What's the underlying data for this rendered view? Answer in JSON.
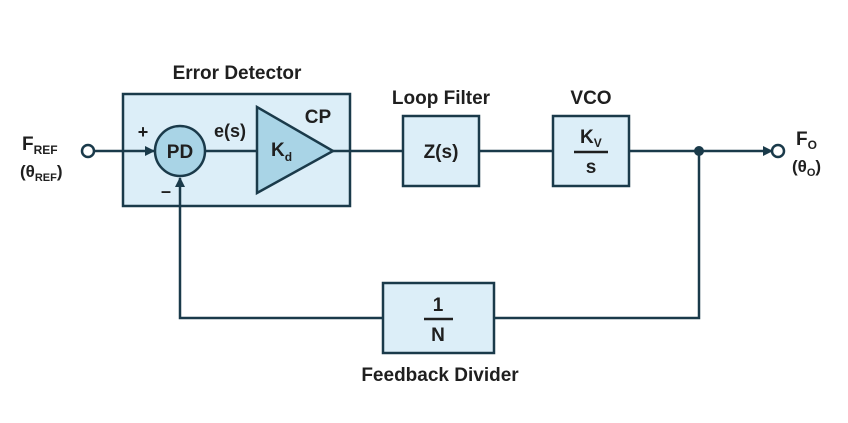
{
  "error_detector": {
    "title": "Error Detector",
    "pd": "PD",
    "plus": "+",
    "minus": "–",
    "error_signal": "e(s)",
    "cp": "CP",
    "kd_main": "K",
    "kd_sub": "d"
  },
  "loop_filter": {
    "title": "Loop Filter",
    "content": "Z(s)"
  },
  "vco": {
    "title": "VCO",
    "num_main": "K",
    "num_sub": "V",
    "den": "s"
  },
  "feedback_divider": {
    "title": "Feedback Divider",
    "num": "1",
    "den": "N"
  },
  "input": {
    "f_main": "F",
    "f_sub": "REF",
    "theta_open": "(θ",
    "theta_sub": "REF",
    "theta_close": ")"
  },
  "output": {
    "f_main": "F",
    "f_sub": "O",
    "theta_open": "(θ",
    "theta_sub": "O",
    "theta_close": ")"
  },
  "colors": {
    "box_fill": "#dceef8",
    "triangle_fill": "#a9d4e6",
    "line": "#1a3a4a"
  }
}
